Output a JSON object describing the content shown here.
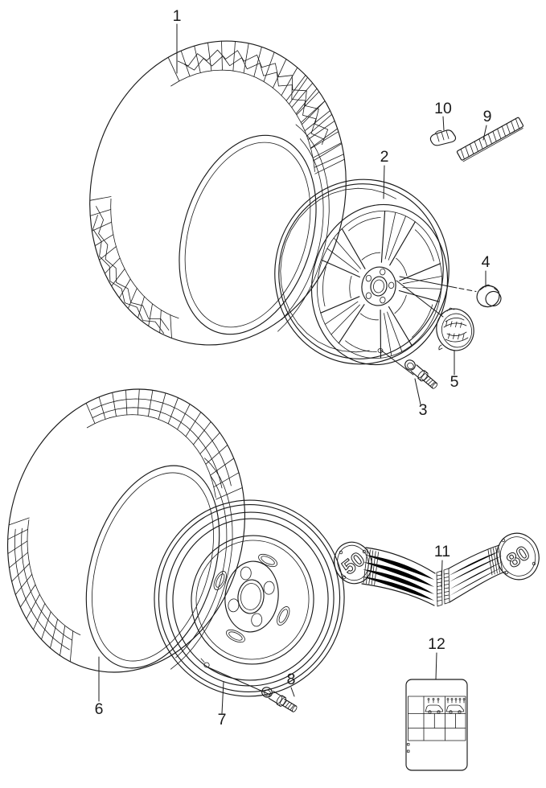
{
  "colors": {
    "background": "#ffffff",
    "line": "#1a1a1a"
  },
  "callouts": {
    "labels": [
      "1",
      "2",
      "3",
      "4",
      "5",
      "6",
      "7",
      "8",
      "9",
      "10",
      "11",
      "12"
    ]
  },
  "speed_band": {
    "left_marking": "50",
    "right_marking": "80"
  }
}
